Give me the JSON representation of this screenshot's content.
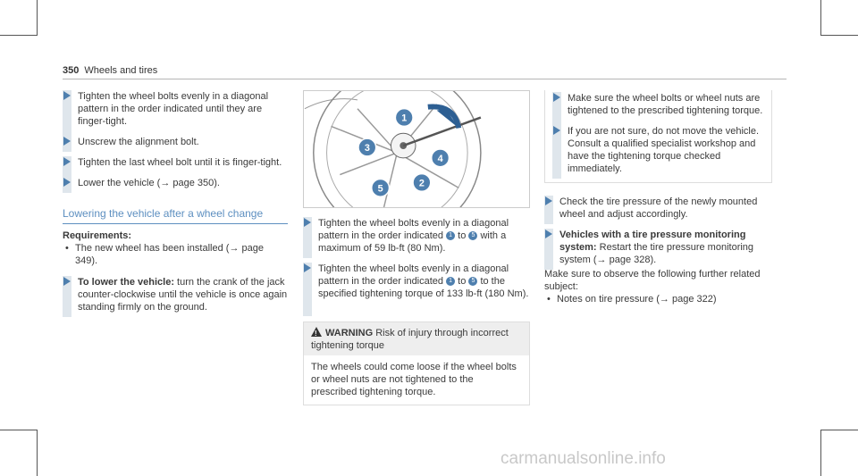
{
  "header": {
    "page_number": "350",
    "section": "Wheels and tires"
  },
  "col1": {
    "steps_top": [
      "Tighten the wheel bolts evenly in a diagonal pattern in the order indicated until they are finger-tight.",
      "Unscrew the alignment bolt.",
      "Tighten the last wheel bolt until it is finger-tight.",
      "Lower the vehicle (→ page 350)."
    ],
    "heading": "Lowering the vehicle after a wheel change",
    "requirements_label": "Requirements:",
    "requirement": "The new wheel has been installed (→ page 349).",
    "step_bold": "To lower the vehicle:",
    "step_text": " turn the crank of the jack counter-clockwise until the vehicle is once again standing firmly on the ground."
  },
  "col2": {
    "figure_labels": [
      "1",
      "2",
      "3",
      "4",
      "5"
    ],
    "step1_a": "Tighten the wheel bolts evenly in a diagonal pattern in the order indicated ",
    "step1_from": "1",
    "step1_to_word": " to ",
    "step1_to": "5",
    "step1_b": " with a maximum of 59 lb-ft (80 Nm).",
    "step2_a": "Tighten the wheel bolts evenly in a diagonal pattern in the order indicated ",
    "step2_from": "1",
    "step2_to_word": " to ",
    "step2_to": "5",
    "step2_b": " to the specified tightening torque of 133 lb-ft (180 Nm).",
    "warning_label": "WARNING",
    "warning_title": " Risk of injury through incorrect tightening torque",
    "warning_text": "The wheels could come loose if the wheel bolts or wheel nuts are not tightened to the prescribed tightening torque."
  },
  "col3": {
    "note_steps": [
      "Make sure the wheel bolts or wheel nuts are tightened to the prescribed tightening torque.",
      "If you are not sure, do not move the vehicle. Consult a qualified specialist workshop and have the tightening torque checked immediately."
    ],
    "step_check": "Check the tire pressure of the newly mounted wheel and adjust accordingly.",
    "step_tpms_bold": "Vehicles with a tire pressure monitoring system:",
    "step_tpms_text": " Restart the tire pressure monitoring system (→ page 328).",
    "further": "Make sure to observe the following further related subject:",
    "bullet": "Notes on tire pressure (→ page 322)"
  },
  "watermark": "carmanualsonline.info",
  "colors": {
    "accent": "#4e7fae",
    "heading": "#5d8fc0",
    "bar": "#dfe6ec"
  }
}
